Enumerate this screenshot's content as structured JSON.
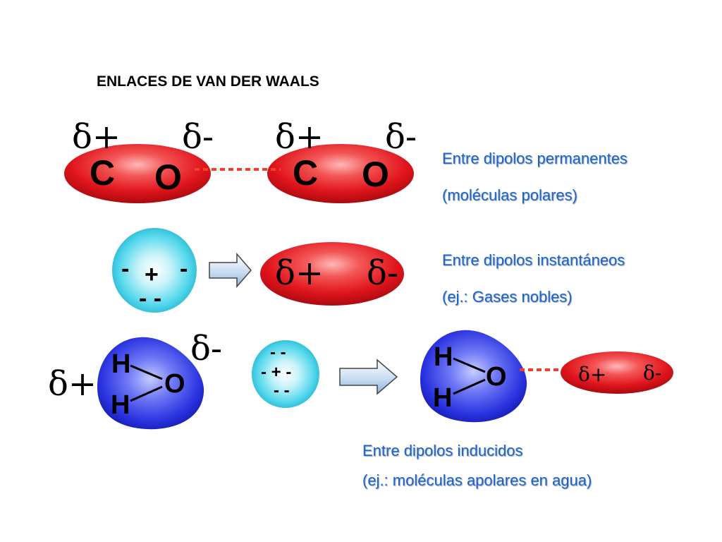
{
  "title": "ENLACES DE VAN DER WAALS",
  "row1": {
    "left_molecule": {
      "delta_plus": "δ+",
      "delta_minus": "δ-",
      "atom1": "C",
      "atom2": "O"
    },
    "right_molecule": {
      "delta_plus": "δ+",
      "delta_minus": "δ-",
      "atom1": "C",
      "atom2": "O"
    },
    "note_line1": "Entre dipolos permanentes",
    "note_line2": "(moléculas polares)"
  },
  "row2": {
    "atom_charges": {
      "minus_left": "-",
      "plus_center": "+",
      "minus_right": "-",
      "minus_bottom": "- -"
    },
    "dipole": {
      "delta_plus": "δ+",
      "delta_minus": "δ-"
    },
    "note_line1": "Entre dipolos instantáneos",
    "note_line2": "(ej.: Gases nobles)"
  },
  "row3": {
    "water_left": {
      "delta_plus": "δ+",
      "delta_minus": "δ-",
      "h1": "H",
      "h2": "H",
      "o": "O"
    },
    "atom_charges": {
      "top": "- -",
      "middle": "- + -",
      "bottom": "- -"
    },
    "water_right": {
      "h1": "H",
      "h2": "H",
      "o": "O"
    },
    "dipole": {
      "delta_plus": "δ+",
      "delta_minus": "δ-"
    },
    "note_line1": "Entre dipolos inducidos",
    "note_line2": "(ej.: moléculas apolares en agua)"
  },
  "colors": {
    "red": "#e8121a",
    "blue": "#2430e0",
    "cyan": "#4fd7ea",
    "note_text": "#1d63c9",
    "bond": "#f0402a"
  }
}
